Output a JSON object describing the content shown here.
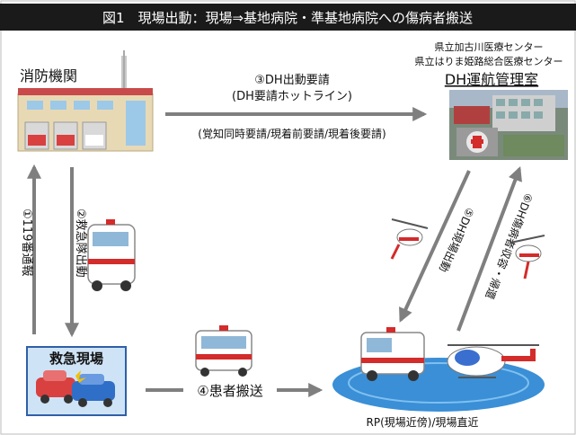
{
  "figure": {
    "title": "図1　現場出動：現場⇒基地病院・準基地病院への傷病者搬送"
  },
  "nodes": {
    "fire_dept": {
      "label": "消防機関"
    },
    "hospital": {
      "line1": "県立加古川医療センター",
      "line2": "県立はりま姫路総合医療センター",
      "line3": "DH運航管理室"
    },
    "scene": {
      "label": "救急現場"
    },
    "rp": {
      "label": "RP(現場近傍)/現場直近"
    }
  },
  "flows": {
    "step1": "①119番通報",
    "step2": "②救急隊出動",
    "step3_title": "③DH出動要請",
    "step3_sub": "(DH要請ホットライン)",
    "step3_note": "(覚知同時要請/現着前要請/現着後要請)",
    "step4": "④患者搬送",
    "step5": "⑤DH現場出動",
    "step6": "⑥DH傷病者収容・帰還"
  },
  "colors": {
    "title_bg": "#1a1a1a",
    "arrow": "#7f7f7f",
    "heli_red": "#d42b2b",
    "pad_blue": "#3a8fd6",
    "scene_border": "#2f5fa8"
  }
}
